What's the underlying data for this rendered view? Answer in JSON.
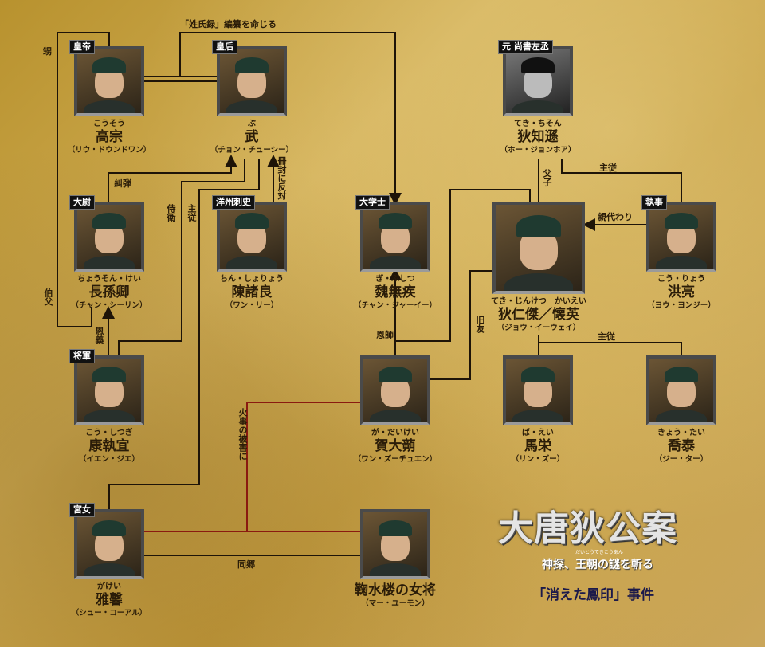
{
  "characters": [
    {
      "id": "gaozong",
      "role": "皇帝",
      "furigana": "こうそう",
      "name": "高宗",
      "actor": "（リウ・ドウンドワン）"
    },
    {
      "id": "wu",
      "role": "皇后",
      "furigana": "ぶ",
      "name": "武",
      "actor": "（チョン・チューシー）"
    },
    {
      "id": "di-zhixun",
      "role": "元 尚書左丞",
      "furigana": "てき・ちそん",
      "name": "狄知遜",
      "actor": "（ホー・ジョンホア）"
    },
    {
      "id": "changsun-qing",
      "role": "大尉",
      "furigana": "ちょうそん・けい",
      "name": "長孫卿",
      "actor": "（チャン・シーリン）"
    },
    {
      "id": "chen-zhuliang",
      "role": "洋州刺史",
      "furigana": "ちん・しょりょう",
      "name": "陳諸良",
      "actor": "（ワン・リー）"
    },
    {
      "id": "wei-wuji",
      "role": "大学士",
      "furigana": "ぎ・ぶしつ",
      "name": "魏無疾",
      "actor": "（チャン・ジャーイー）"
    },
    {
      "id": "di-renjie",
      "role": "",
      "furigana": "てき・じんけつ　かいえい",
      "name": "狄仁傑／懐英",
      "actor": "（ジョウ・イーウェイ）"
    },
    {
      "id": "hong-liang",
      "role": "執事",
      "furigana": "こう・りょう",
      "name": "洪亮",
      "actor": "（ヨウ・ヨンジー）"
    },
    {
      "id": "kang-zhiyi",
      "role": "将軍",
      "furigana": "こう・しつぎ",
      "name": "康執宜",
      "actor": "（イエン・ジエ）"
    },
    {
      "id": "he-dajing",
      "role": "",
      "furigana": "が・だいけい",
      "name": "賀大蒴",
      "actor": "（ワン・ズーチュエン）"
    },
    {
      "id": "ma-rong",
      "role": "",
      "furigana": "ば・えい",
      "name": "馬栄",
      "actor": "（リン・ズー）"
    },
    {
      "id": "qiao-tai",
      "role": "",
      "furigana": "きょう・たい",
      "name": "喬泰",
      "actor": "（ジー・ター）"
    },
    {
      "id": "ya-xin",
      "role": "宮女",
      "furigana": "がけい",
      "name": "雅馨",
      "actor": "（シュー・コーアル）"
    },
    {
      "id": "landlady",
      "role": "",
      "furigana": "",
      "name": "鞠水楼の女将",
      "actor": "（マー・ユーモン）"
    }
  ],
  "relations": {
    "order_compile": "「姓氏録」編纂を命じる",
    "nephew": "甥",
    "uncle": "伯父",
    "impeach": "糾弾",
    "guard": "侍衛",
    "master_servant_wu": "主従",
    "oppose_investiture": "冊封に反対",
    "gratitude": "恩義",
    "mentor": "恩師",
    "old_friend": "旧友",
    "father_son": "父子",
    "master_servant_hong": "主従",
    "guardian": "親代わり",
    "master_servant_di": "主従",
    "fire_victim": "火事の被害に",
    "same_hometown": "同郷"
  },
  "title": {
    "logo": "大唐狄公案",
    "logo_furigana": "だいとうてきこうあん",
    "subtitle": "神探、王朝の謎を斬る",
    "episode": "「消えた鳳印」事件"
  },
  "colors": {
    "line": "#1e1408",
    "red_line": "#8a1a10",
    "badge": "#111111"
  }
}
